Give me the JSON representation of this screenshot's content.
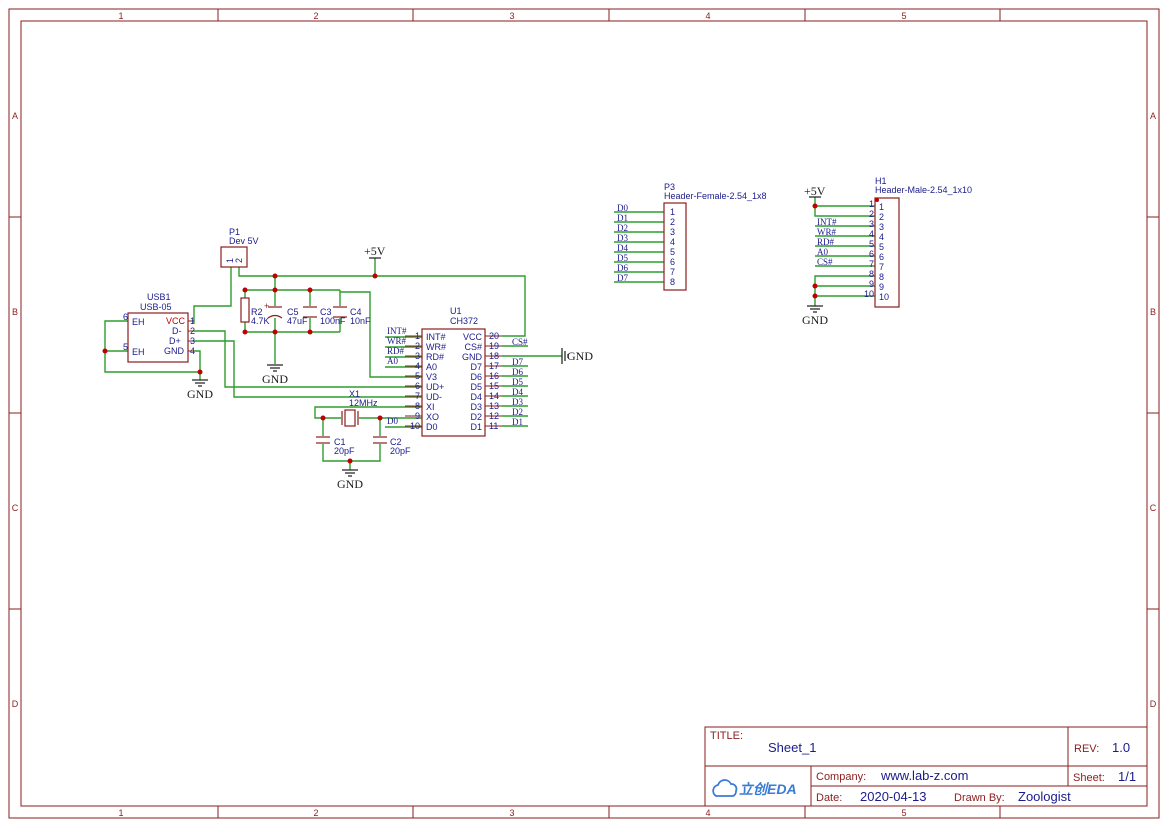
{
  "frame": {
    "col_labels": [
      "1",
      "2",
      "3",
      "4",
      "5"
    ],
    "row_labels": [
      "A",
      "B",
      "C",
      "D"
    ]
  },
  "title_block": {
    "title_label": "TITLE:",
    "title_value": "Sheet_1",
    "rev_label": "REV:",
    "rev_value": "1.0",
    "company_label": "Company:",
    "company_value": "www.lab-z.com",
    "sheet_label": "Sheet:",
    "sheet_value": "1/1",
    "date_label": "Date:",
    "date_value": "2020-04-13",
    "drawn_label": "Drawn By:",
    "drawn_value": "Zoologist",
    "logo_text": "立创EDA"
  },
  "power": {
    "vcc": "+5V",
    "gnd": "GND"
  },
  "p1": {
    "ref": "P1",
    "value": "Dev 5V",
    "pins": [
      "1",
      "2"
    ]
  },
  "usb1": {
    "ref": "USB1",
    "value": "USB-05",
    "labels": [
      "EH",
      "EH",
      "VCC",
      "D-",
      "D+",
      "GND"
    ],
    "pin_numbers": [
      "6",
      "5",
      "1",
      "2",
      "3",
      "4"
    ]
  },
  "passives": {
    "r2": {
      "ref": "R2",
      "value": "4.7K"
    },
    "c5": {
      "ref": "C5",
      "value": "47uF",
      "polarity": "+"
    },
    "c3": {
      "ref": "C3",
      "value": "100nF"
    },
    "c4": {
      "ref": "C4",
      "value": "10nF"
    },
    "c1": {
      "ref": "C1",
      "value": "20pF"
    },
    "c2": {
      "ref": "C2",
      "value": "20pF"
    },
    "x1": {
      "ref": "X1",
      "value": "12MHz"
    }
  },
  "u1": {
    "ref": "U1",
    "value": "CH372",
    "left_pins": [
      {
        "num": "1",
        "name": "INT#",
        "net": "INT#"
      },
      {
        "num": "2",
        "name": "WR#",
        "net": "WR#"
      },
      {
        "num": "3",
        "name": "RD#",
        "net": "RD#"
      },
      {
        "num": "4",
        "name": "A0",
        "net": "A0"
      },
      {
        "num": "5",
        "name": "V3",
        "net": ""
      },
      {
        "num": "6",
        "name": "UD+",
        "net": ""
      },
      {
        "num": "7",
        "name": "UD-",
        "net": ""
      },
      {
        "num": "8",
        "name": "XI",
        "net": ""
      },
      {
        "num": "9",
        "name": "XO",
        "net": ""
      },
      {
        "num": "10",
        "name": "D0",
        "net": "D0"
      }
    ],
    "right_pins": [
      {
        "num": "20",
        "name": "VCC",
        "net": ""
      },
      {
        "num": "19",
        "name": "CS#",
        "net": "CS#"
      },
      {
        "num": "18",
        "name": "GND",
        "net": ""
      },
      {
        "num": "17",
        "name": "D7",
        "net": "D7"
      },
      {
        "num": "16",
        "name": "D6",
        "net": "D6"
      },
      {
        "num": "15",
        "name": "D5",
        "net": "D5"
      },
      {
        "num": "14",
        "name": "D4",
        "net": "D4"
      },
      {
        "num": "13",
        "name": "D3",
        "net": "D3"
      },
      {
        "num": "12",
        "name": "D2",
        "net": "D2"
      },
      {
        "num": "11",
        "name": "D1",
        "net": "D1"
      }
    ]
  },
  "p3": {
    "ref": "P3",
    "value": "Header-Female-2.54_1x8",
    "pins": [
      "1",
      "2",
      "3",
      "4",
      "5",
      "6",
      "7",
      "8"
    ],
    "nets": [
      "D0",
      "D1",
      "D2",
      "D3",
      "D4",
      "D5",
      "D6",
      "D7"
    ]
  },
  "h1": {
    "ref": "H1",
    "value": "Header-Male-2.54_1x10",
    "pins": [
      "1",
      "2",
      "3",
      "4",
      "5",
      "6",
      "7",
      "8",
      "9",
      "10"
    ],
    "outer_numbers": [
      "1",
      "2",
      "3",
      "4",
      "5",
      "6",
      "7",
      "8",
      "9",
      "10"
    ],
    "nets": [
      "",
      "",
      "INT#",
      "WR#",
      "RD#",
      "A0",
      "CS#",
      "",
      "",
      ""
    ]
  }
}
